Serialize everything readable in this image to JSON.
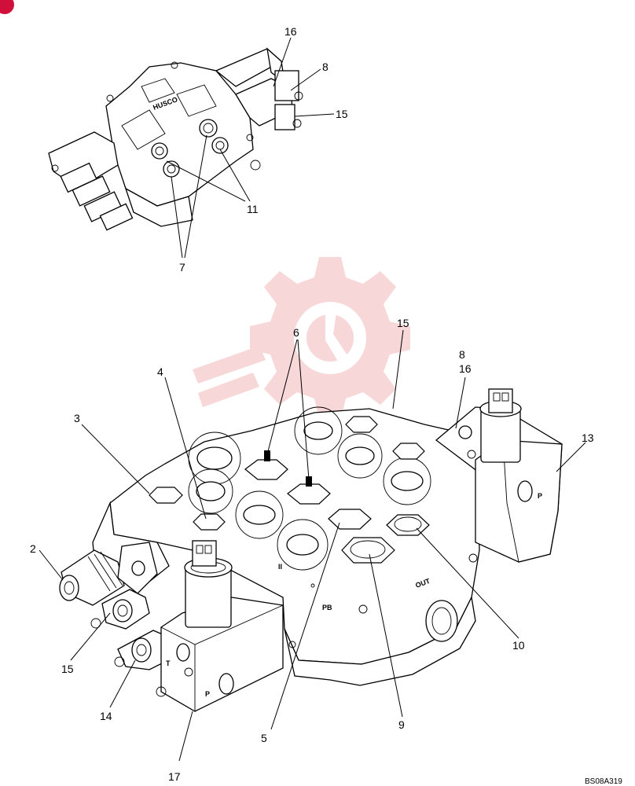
{
  "callouts": {
    "c16_top": "16",
    "c8_top": "8",
    "c15_top": "15",
    "c11": "11",
    "c7": "7",
    "c6": "6",
    "c15_mid": "15",
    "c8_right": "8",
    "c16_right": "16",
    "c4": "4",
    "c3": "3",
    "c13": "13",
    "c2": "2",
    "c15_left": "15",
    "c14": "14",
    "c5": "5",
    "c9": "9",
    "c10": "10",
    "c17": "17"
  },
  "stamps": {
    "brand": "HUSCO",
    "port_t": "T",
    "port_p_left": "P",
    "port_p_right": "P",
    "port_out": "OUT",
    "port_pb": "PB",
    "port_ii": "II"
  },
  "reference_code": "BS08A319",
  "watermark": {
    "color": "#f2b8b8",
    "icon": "gear-wrench-logo-watermark"
  },
  "corner_badge": {
    "color": "#d0103a",
    "icon": "corner-badge-icon"
  }
}
